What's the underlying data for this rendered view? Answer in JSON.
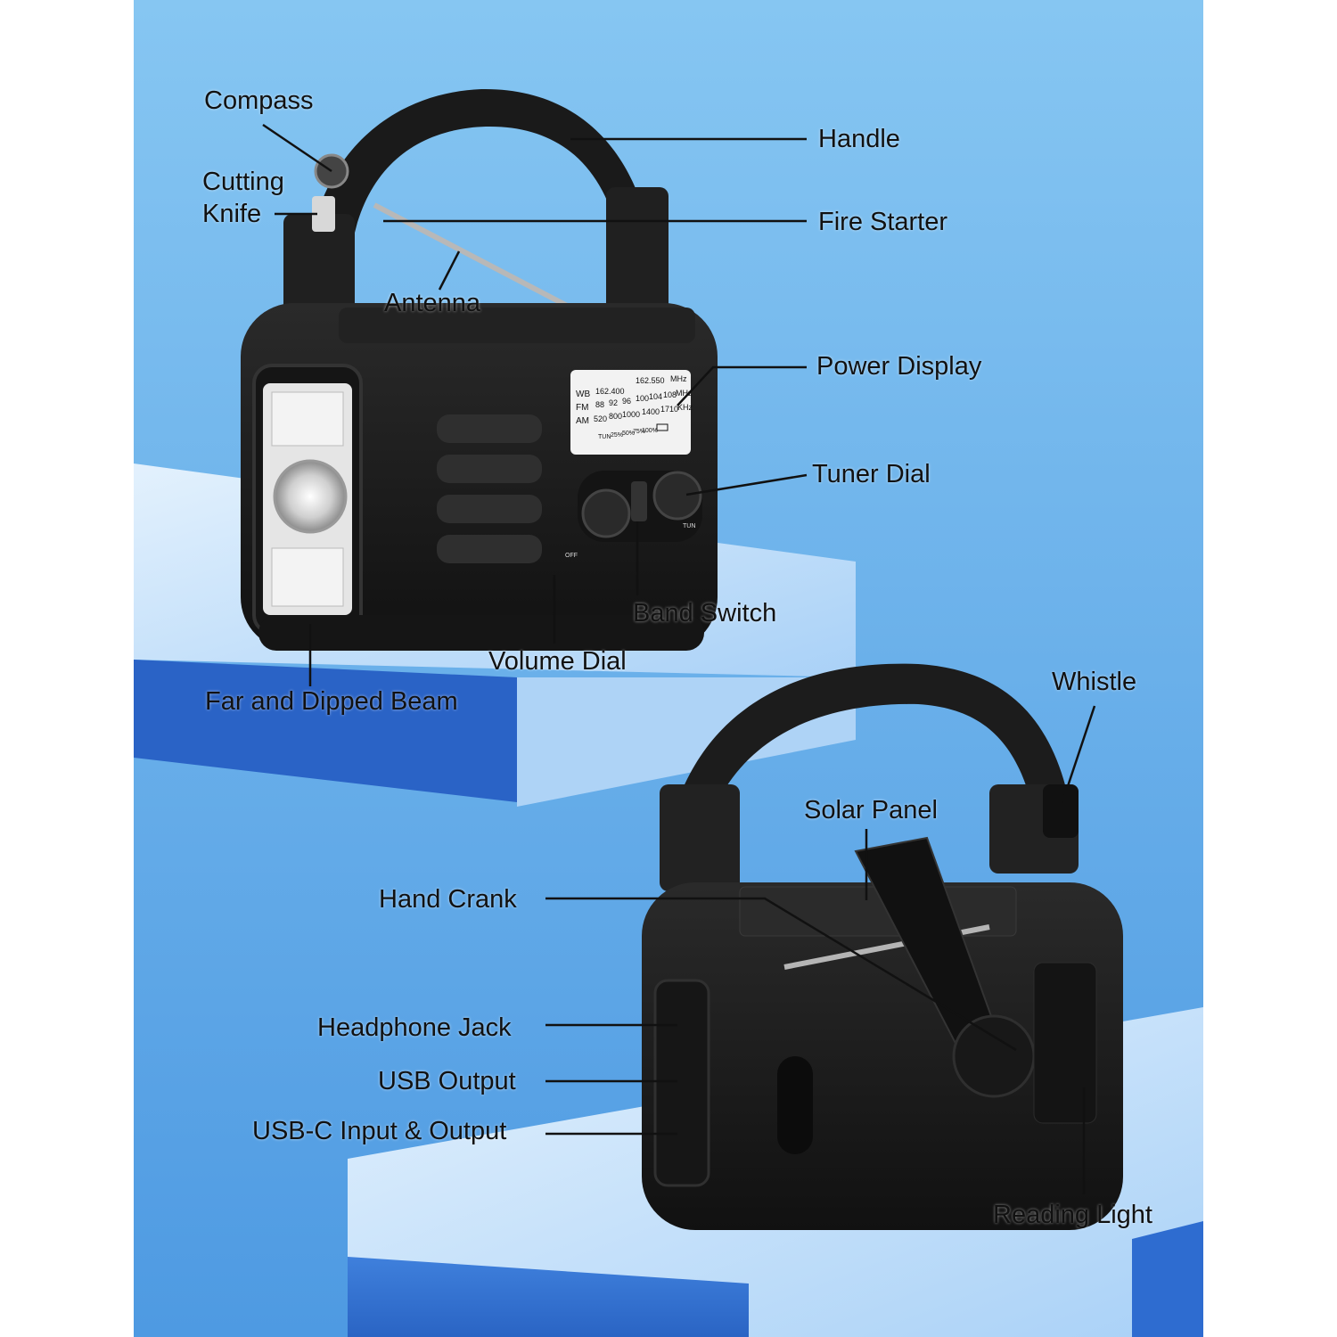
{
  "callouts": {
    "compass": "Compass",
    "cutting_knife_line1": "Cutting",
    "cutting_knife_line2": "Knife",
    "antenna": "Antenna",
    "handle": "Handle",
    "fire_starter": "Fire Starter",
    "power_display": "Power Display",
    "tuner_dial": "Tuner Dial",
    "band_switch": "Band Switch",
    "volume_dial": "Volume Dial",
    "far_and_dipped_beam": "Far and Dipped Beam",
    "whistle": "Whistle",
    "solar_panel": "Solar Panel",
    "hand_crank": "Hand Crank",
    "headphone_jack": "Headphone Jack",
    "usb_output": "USB Output",
    "usb_c_input_output": "USB-C Input & Output",
    "reading_light": "Reading Light"
  },
  "radio_display": {
    "band_wb": "WB",
    "band_fm": "FM",
    "band_am": "AM",
    "wb_start": "162.400",
    "wb_end": "162.550",
    "mhz_1": "MHz",
    "mhz_2": "MHz",
    "khz": "KHz",
    "fm_ticks": [
      "88",
      "92",
      "96",
      "100",
      "104",
      "108"
    ],
    "am_ticks": [
      "520",
      "800",
      "1000",
      "1400",
      "1710"
    ],
    "power_row": [
      "TUN",
      "25%",
      "50%",
      "75%",
      "100%"
    ]
  },
  "front_panel": {
    "off_label": "OFF",
    "tun_label": "TUN"
  },
  "colors": {
    "sky_top": "#7ec0f0",
    "sky_bottom": "#4f9de4",
    "step_top": "#c8e2fa",
    "step_face": "#2f6fd0",
    "device_body": "#1b1b1b",
    "device_edge": "#2b2b2b",
    "display_bg": "#f2f2f2"
  }
}
